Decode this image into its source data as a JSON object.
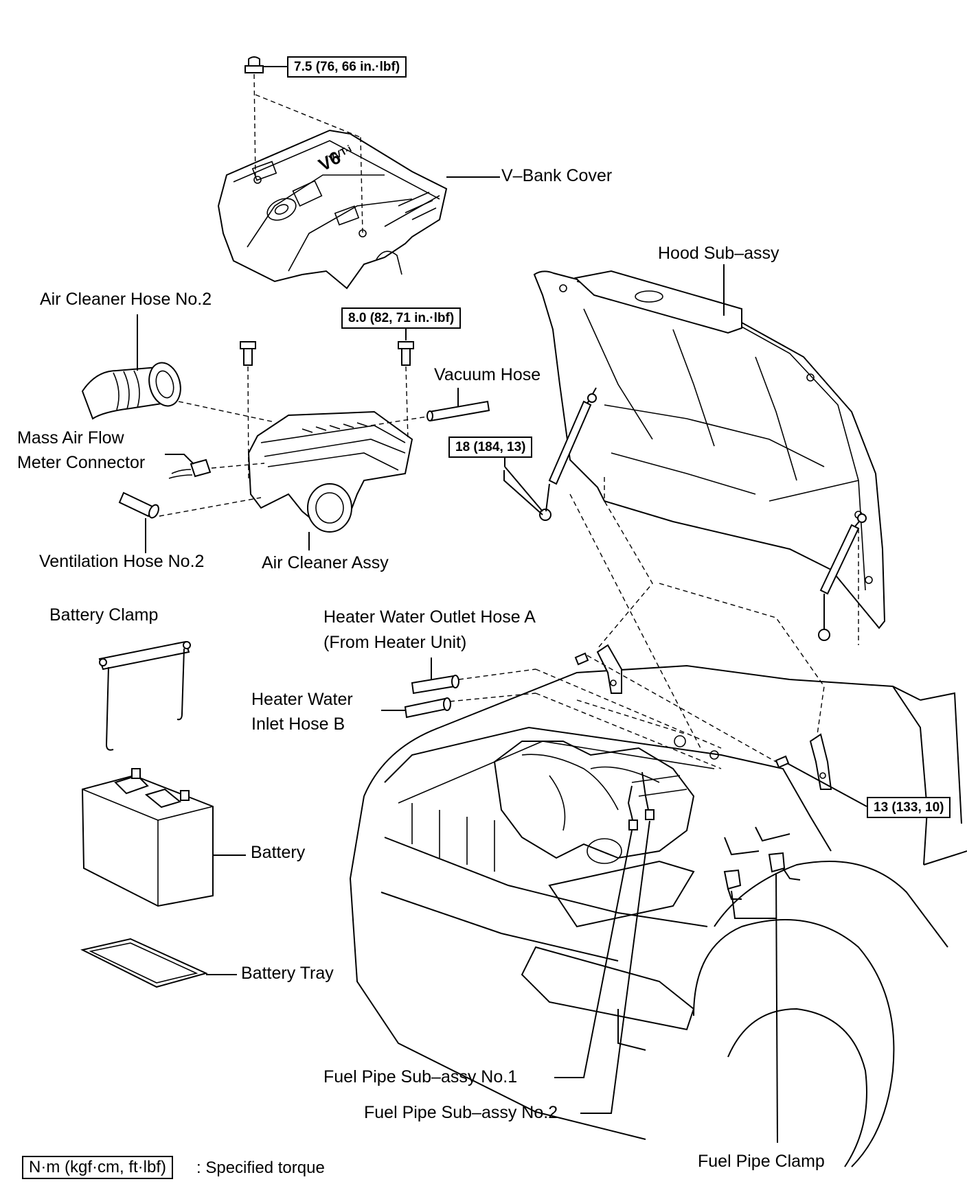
{
  "labels": {
    "v_bank_cover": "V–Bank Cover",
    "hood_sub_assy": "Hood Sub–assy",
    "air_cleaner_hose_no2": "Air Cleaner Hose No.2",
    "vacuum_hose": "Vacuum Hose",
    "mass_air_flow_line1": "Mass Air Flow",
    "mass_air_flow_line2": "Meter Connector",
    "ventilation_hose_no2": "Ventilation Hose No.2",
    "air_cleaner_assy": "Air Cleaner Assy",
    "battery_clamp": "Battery Clamp",
    "heater_outlet_line1": "Heater Water Outlet Hose A",
    "heater_outlet_line2": "(From Heater Unit)",
    "heater_inlet_line1": "Heater Water",
    "heater_inlet_line2": "Inlet Hose B",
    "battery": "Battery",
    "battery_tray": "Battery Tray",
    "fuel_pipe_no1": "Fuel Pipe Sub–assy No.1",
    "fuel_pipe_no2": "Fuel Pipe Sub–assy No.2",
    "fuel_pipe_clamp": "Fuel Pipe Clamp",
    "v6_badge": "V6",
    "vvti_badge": "VVT-i"
  },
  "torques": {
    "v_bank_nut": "7.5 (76, 66 in.·lbf)",
    "air_cleaner_bolt": "8.0 (82, 71 in.·lbf)",
    "hood_support_left": "18 (184, 13)",
    "hood_hinge_bolt": "13 (133, 10)"
  },
  "legend": {
    "unit_box": "N·m (kgf·cm, ft·lbf)",
    "description": ": Specified torque"
  }
}
